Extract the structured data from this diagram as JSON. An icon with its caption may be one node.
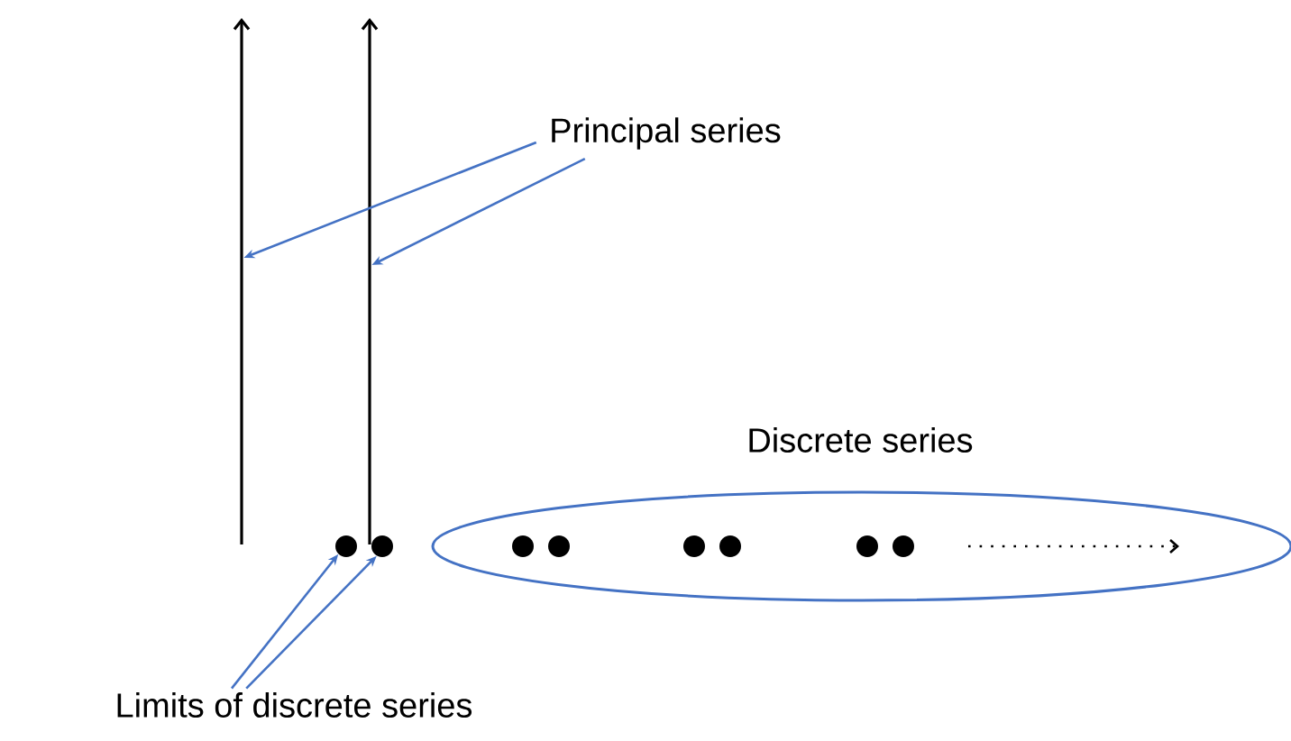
{
  "diagram": {
    "nodes": [
      {
        "text": [
          "Principal series"
        ]
      },
      {
        "text": [],
        "shape": "arrow"
      },
      {
        "text": [],
        "shape": "arrow"
      },
      {
        "text": [
          "Limits of discrete series"
        ]
      },
      {
        "text": [],
        "shape": "circle"
      },
      {
        "text": [],
        "shape": "circle"
      },
      {
        "text": [
          "Discrete series"
        ]
      },
      {
        "text": [],
        "shape": "circle",
        "in": 6
      },
      {
        "text": [],
        "shape": "circle",
        "in": 6
      },
      {
        "text": [],
        "shape": "circle",
        "in": 6
      },
      {
        "text": [],
        "shape": "circle",
        "in": 6
      },
      {
        "text": [],
        "shape": "circle",
        "in": 6
      },
      {
        "text": [],
        "shape": "circle",
        "in": 6
      }
    ],
    "edges": [
      {
        "from": 0,
        "to": 1,
        "arrow": "to"
      },
      {
        "from": 0,
        "to": 2,
        "arrow": "to"
      },
      {
        "from": 3,
        "to": 4,
        "arrow": "to"
      },
      {
        "from": 3,
        "to": 5,
        "arrow": "to"
      }
    ]
  }
}
